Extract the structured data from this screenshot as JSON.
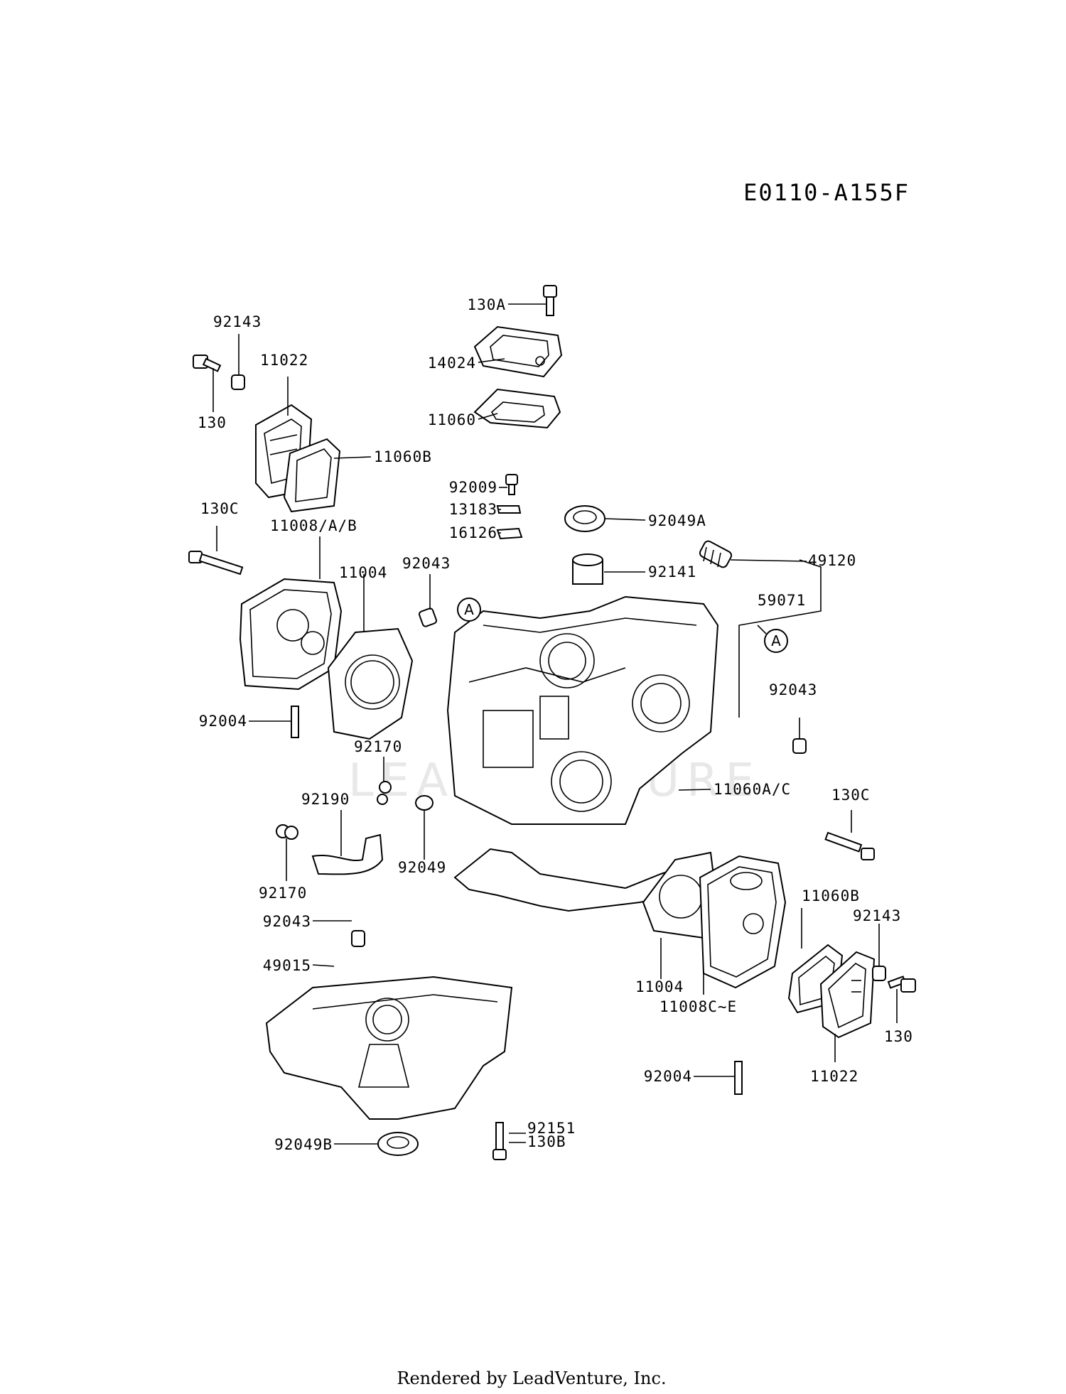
{
  "diagram_code": "E0110-A155F",
  "footer": "Rendered by LeadVenture, Inc.",
  "watermark": "LEADVENTURE",
  "ref_marker": "A",
  "labels": {
    "p130A": "130A",
    "p14024": "14024",
    "p11060": "11060",
    "p92143_l": "92143",
    "p11022_l": "11022",
    "p130_l": "130",
    "p11060B_l": "11060B",
    "p92009": "92009",
    "p13183": "13183",
    "p16126": "16126",
    "p92049A": "92049A",
    "p130C_l": "130C",
    "p11008AB": "11008/A/B",
    "p11004_l": "11004",
    "p92043_top": "92043",
    "p49120": "49120",
    "p92141": "92141",
    "p59071": "59071",
    "p92004_l": "92004",
    "p92043_r": "92043",
    "p92170_top": "92170",
    "p92190": "92190",
    "p11060AC": "11060A/C",
    "p130C_r": "130C",
    "p92049": "92049",
    "p92170_bot": "92170",
    "p92043_bot": "92043",
    "p11060B_r": "11060B",
    "p92143_r": "92143",
    "p49015": "49015",
    "p11004_r": "11004",
    "p11008CE": "11008C~E",
    "p130_r": "130",
    "p92004_r": "92004",
    "p11022_r": "11022",
    "p92151": "92151",
    "p130B": "130B",
    "p92049B": "92049B"
  }
}
